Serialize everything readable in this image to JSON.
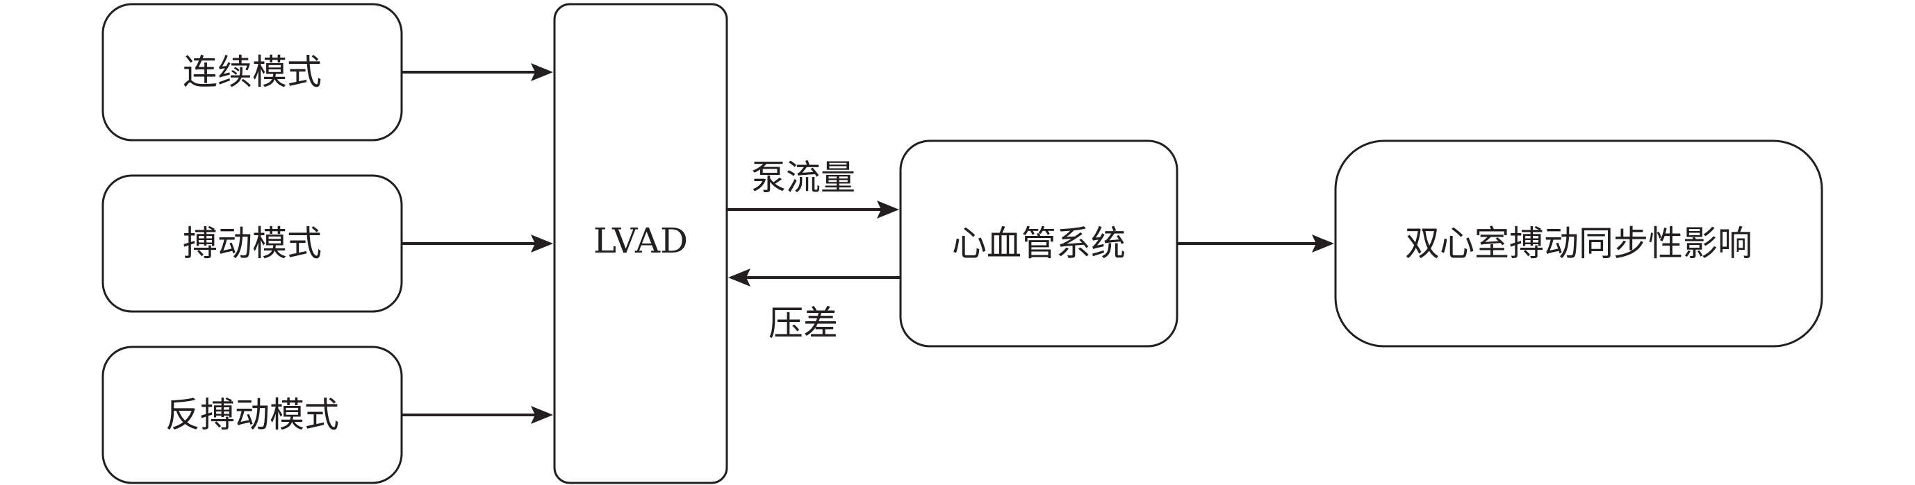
{
  "nodes": {
    "continuous_mode": "连续模式",
    "pulsatile_mode": "搏动模式",
    "counter_pulsatile_mode": "反搏动模式",
    "lvad": "LVAD",
    "cardiovascular_system": "心血管系统",
    "biventricular_sync": "双心室搏动同步性影响"
  },
  "edges": {
    "pump_flow": "泵流量",
    "pressure_difference": "压差"
  },
  "colors": {
    "stroke": "#231f20",
    "background": "#ffffff"
  }
}
